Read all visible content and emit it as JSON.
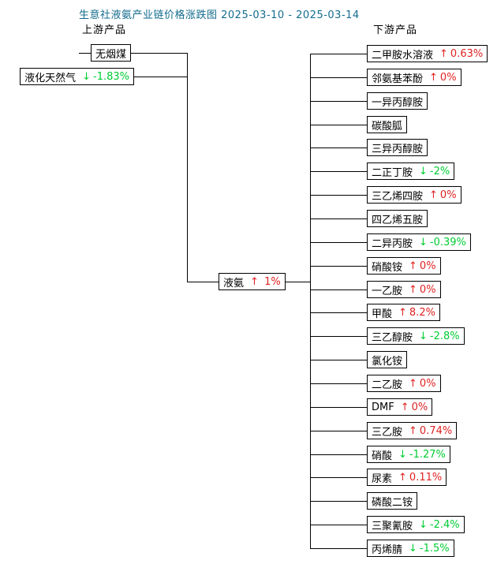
{
  "title": {
    "text": "生意社液氨产业链价格涨跌图 2025-03-10 - 2025-03-14"
  },
  "labels": {
    "upstream": "上游产品",
    "downstream": "下游产品"
  },
  "arrows": {
    "up": "↑",
    "down": "↓"
  },
  "colors": {
    "title": "#136c8e",
    "up": "#e02222",
    "down": "#00cc33",
    "center_name": "#f08000",
    "line": "#000000",
    "node_border": "#000000",
    "background": "#ffffff"
  },
  "center": {
    "name": "液氨",
    "direction": "up",
    "change": "1%"
  },
  "upstream": {
    "items": [
      {
        "name": "无烟煤",
        "direction": null,
        "change": null
      },
      {
        "name": "液化天然气",
        "direction": "down",
        "change": "-1.83%"
      }
    ]
  },
  "downstream": {
    "items": [
      {
        "name": "二甲胺水溶液",
        "direction": "up",
        "change": "0.63%"
      },
      {
        "name": "邻氨基苯酚",
        "direction": "up",
        "change": "0%"
      },
      {
        "name": "一异丙醇胺",
        "direction": null,
        "change": null
      },
      {
        "name": "碳酸胍",
        "direction": null,
        "change": null
      },
      {
        "name": "三异丙醇胺",
        "direction": null,
        "change": null
      },
      {
        "name": "二正丁胺",
        "direction": "down",
        "change": "-2%"
      },
      {
        "name": "三乙烯四胺",
        "direction": "up",
        "change": "0%"
      },
      {
        "name": "四乙烯五胺",
        "direction": null,
        "change": null
      },
      {
        "name": "二异丙胺",
        "direction": "down",
        "change": "-0.39%"
      },
      {
        "name": "硝酸铵",
        "direction": "up",
        "change": "0%"
      },
      {
        "name": "一乙胺",
        "direction": "up",
        "change": "0%"
      },
      {
        "name": "甲酸",
        "direction": "up",
        "change": "8.2%"
      },
      {
        "name": "三乙醇胺",
        "direction": "down",
        "change": "-2.8%"
      },
      {
        "name": "氯化铵",
        "direction": null,
        "change": null
      },
      {
        "name": "二乙胺",
        "direction": "up",
        "change": "0%"
      },
      {
        "name": "DMF",
        "direction": "up",
        "change": "0%"
      },
      {
        "name": "三乙胺",
        "direction": "up",
        "change": "0.74%"
      },
      {
        "name": "硝酸",
        "direction": "down",
        "change": "-1.27%"
      },
      {
        "name": "尿素",
        "direction": "up",
        "change": "0.11%"
      },
      {
        "name": "磷酸二铵",
        "direction": null,
        "change": null
      },
      {
        "name": "三聚氰胺",
        "direction": "down",
        "change": "-2.4%"
      },
      {
        "name": "丙烯腈",
        "direction": "down",
        "change": "-1.5%"
      }
    ]
  }
}
